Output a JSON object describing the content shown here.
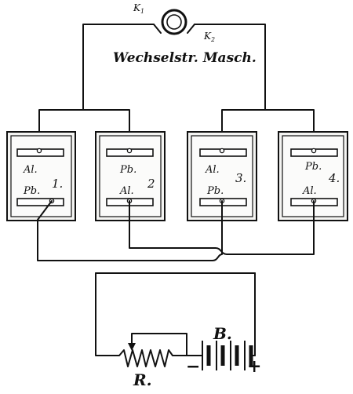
{
  "generator": {
    "title": "Wechselstr. Masch.",
    "terminal_1": "K",
    "terminal_1_sub": "1",
    "terminal_2": "K",
    "terminal_2_sub": "2"
  },
  "cells": [
    {
      "number": "1.",
      "top_plate": "Al.",
      "bottom_plate": "Pb."
    },
    {
      "number": "2",
      "top_plate": "Pb.",
      "bottom_plate": "Al."
    },
    {
      "number": "3.",
      "top_plate": "Al.",
      "bottom_plate": "Pb."
    },
    {
      "number": "4.",
      "top_plate": "Pb.",
      "bottom_plate": "Al."
    }
  ],
  "battery": {
    "label": "B.",
    "negative": "−",
    "positive": "+"
  },
  "resistor": {
    "label": "R."
  },
  "colors": {
    "ink": "#111111",
    "paper": "#ffffff",
    "cell_fill": "#f4f4f2"
  }
}
